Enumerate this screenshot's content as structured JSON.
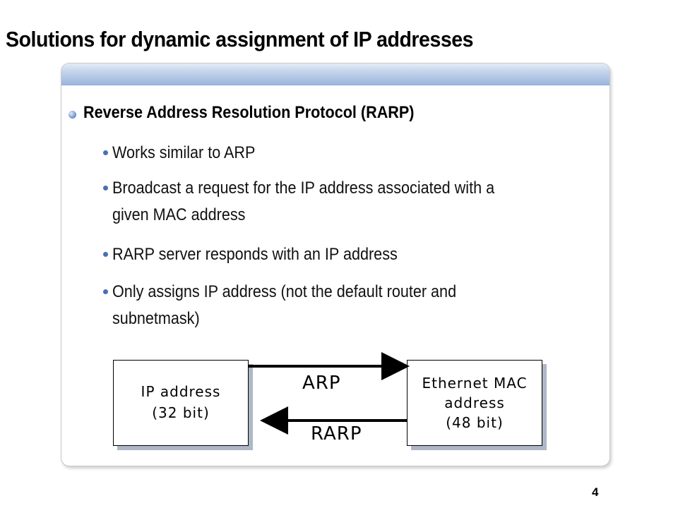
{
  "slide": {
    "title": "Solutions for dynamic assignment of IP addresses",
    "page_number": "4"
  },
  "content": {
    "main_bullet": "Reverse Address Resolution Protocol (RARP)",
    "sub_bullets": [
      {
        "line1": "Works similar to ARP",
        "line2": ""
      },
      {
        "line1": "Broadcast a request for the IP address associated with a",
        "line2": "given MAC address"
      },
      {
        "line1": "RARP server responds with an IP address",
        "line2": ""
      },
      {
        "line1": "Only assigns IP address (not the default router and",
        "line2": "subnetmask)"
      }
    ]
  },
  "diagram": {
    "left_box": {
      "line1": "IP address",
      "line2": "(32 bit)"
    },
    "right_box": {
      "line1": "Ethernet MAC",
      "line2": "address",
      "line3": "(48 bit)"
    },
    "arrow_top_label": "ARP",
    "arrow_bottom_label": "RARP"
  },
  "colors": {
    "accent": "#4a6fb5",
    "panel_band": "#9db6de"
  }
}
